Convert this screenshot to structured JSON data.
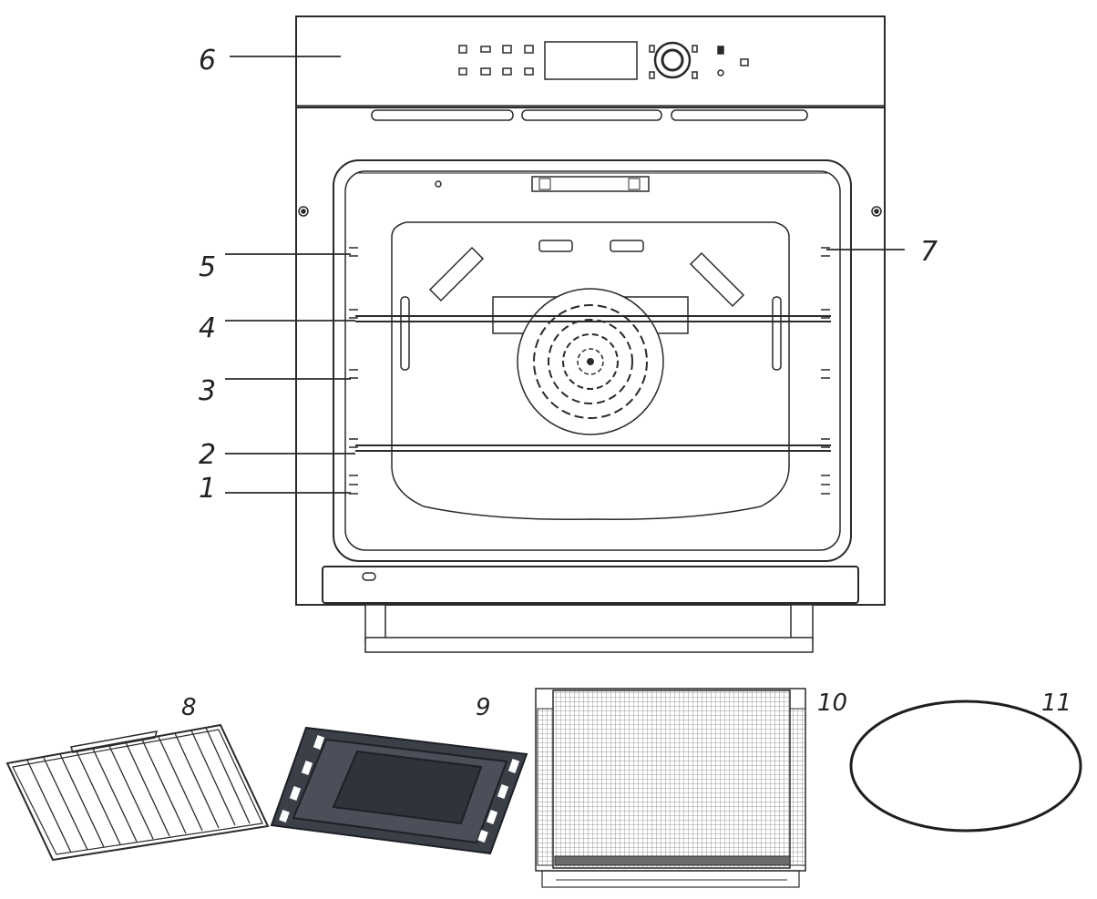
{
  "callouts": {
    "c1": "1",
    "c2": "2",
    "c3": "3",
    "c4": "4",
    "c5": "5",
    "c6": "6",
    "c7": "7",
    "c8": "8",
    "c9": "9",
    "c10": "10",
    "c11": "11"
  },
  "colors": {
    "line": "#2a2a2a",
    "tray": "#3b3f47",
    "tray_inner": "#555a63",
    "mesh": "#8a8a8a"
  }
}
